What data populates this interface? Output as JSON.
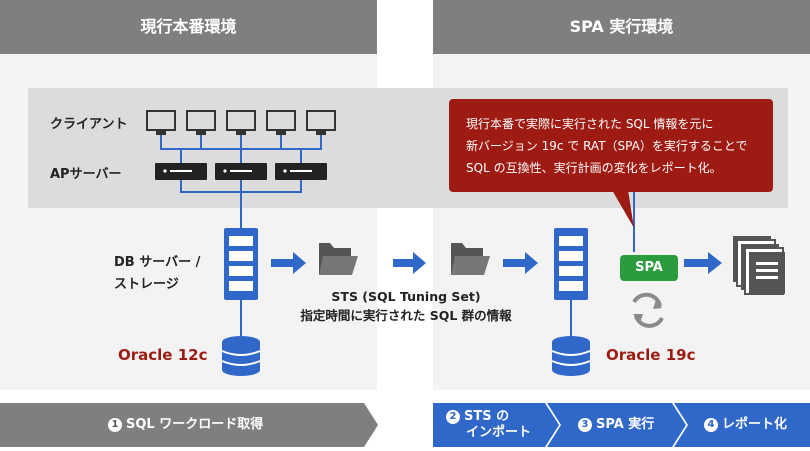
{
  "panels": {
    "left_title": "現行本番環境",
    "right_title": "SPA 実行環境"
  },
  "labels": {
    "client": "クライアント",
    "ap_server": "APサーバー",
    "db_line1": "DB サーバー /",
    "db_line2": "ストレージ",
    "oracle_left": "Oracle 12c",
    "oracle_right": "Oracle 19c",
    "sts_line1": "STS (SQL Tuning Set)",
    "sts_line2": "指定時間に実行された SQL 群の情報",
    "spa_badge": "SPA"
  },
  "callout": {
    "line1": "現行本番で実際に実行された SQL 情報を元に",
    "line2": "新バージョン 19c で RAT（SPA）を実行することで",
    "line3": "SQL の互換性、実行計画の変化をレポート化。"
  },
  "steps": {
    "s1_num": "1",
    "s1_label": "SQL ワークロード取得",
    "s2_num": "2",
    "s2_line1": "STS の",
    "s2_line2": "インポート",
    "s3_num": "3",
    "s3_label": "SPA 実行",
    "s4_num": "4",
    "s4_label": "レポート化"
  },
  "colors": {
    "panel_header": "#7f7f7f",
    "panel_body": "#f3f3f3",
    "band": "#dcdcdc",
    "accent_blue": "#2f68c9",
    "oracle_red": "#9e1b14",
    "spa_green": "#2a9c3e",
    "callout_red": "#9e1b14"
  }
}
